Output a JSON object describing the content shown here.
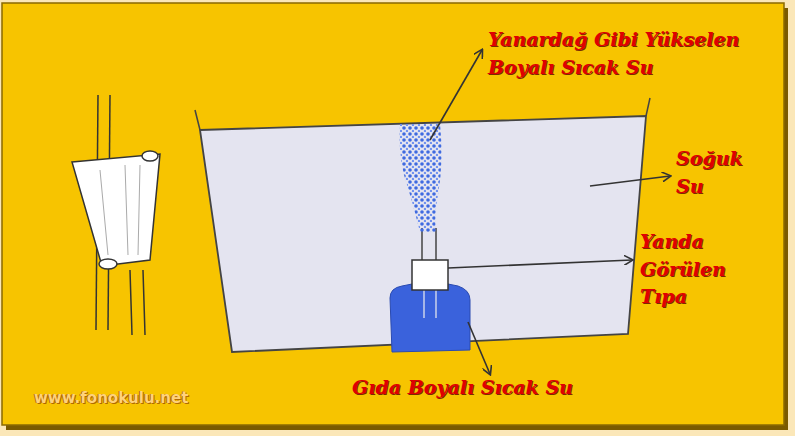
{
  "diagram": {
    "labels": [
      "Yanardağ Gibi Yükselen Boyalı Sıcak Su",
      "Soğuk Su",
      "Yanda Görülen Tıpa",
      "Gıda Boyalı Sıcak Su",
      "www.fonokulu.net"
    ]
  }
}
